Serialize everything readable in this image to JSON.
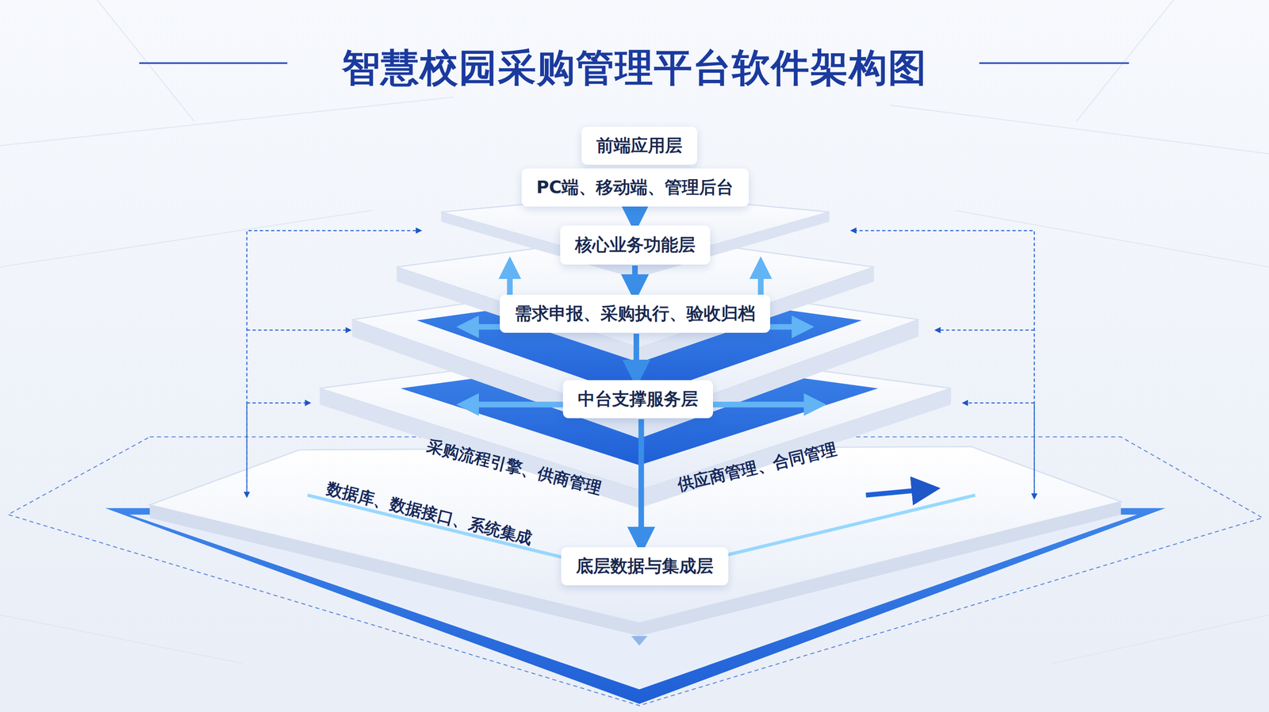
{
  "diagram": {
    "title": "智慧校园采购管理平台软件架构图",
    "nodes": [
      {
        "text": [
          "前端应用层"
        ]
      },
      {
        "text": [
          "PC端、移动端、管理后台"
        ]
      },
      {
        "text": [
          "核心业务功能层"
        ]
      },
      {
        "text": [
          "需求申报、采购执行、验收归档"
        ]
      },
      {
        "text": [
          "中台支撑服务层"
        ]
      },
      {
        "text": [
          "底层数据与集成层"
        ]
      }
    ],
    "edges": [
      {
        "from": 1,
        "to": 2,
        "arrow": "to"
      },
      {
        "from": 2,
        "to": 3,
        "arrow": "to"
      },
      {
        "from": 3,
        "to": 4,
        "arrow": "to"
      },
      {
        "from": 4,
        "to": 5,
        "arrow": "to"
      }
    ],
    "labels": [
      "采购流程引擎、供商管理",
      "供应商管理、合同管理",
      "数据库、数据接口、系统集成"
    ]
  }
}
